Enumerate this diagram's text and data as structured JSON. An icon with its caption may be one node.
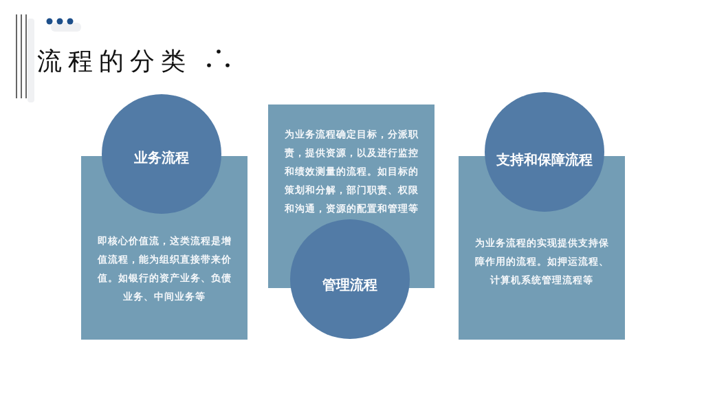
{
  "diagram": {
    "title": "流程的分类",
    "nodes": [
      {
        "text": [
          "业务流程"
        ]
      },
      {
        "text": [
          "即核心价值流，这类流程是增值流程，能为组织直接带来价值。如银行的资产业务、负债业务、中间业务等"
        ]
      },
      {
        "text": [
          "为业务流程确定目标，分派职责，提供资源，以及进行监控和绩效测量的流程。如目标的策划和分解，部门职责、权限和沟通，资源的配置和管理等"
        ]
      },
      {
        "text": [
          "管理流程"
        ]
      },
      {
        "text": [
          "支持和保障流程"
        ]
      },
      {
        "text": [
          "为业务流程的实现提供支持保障作用的流程。如押运流程、计算机系统管理流程等"
        ]
      }
    ]
  }
}
